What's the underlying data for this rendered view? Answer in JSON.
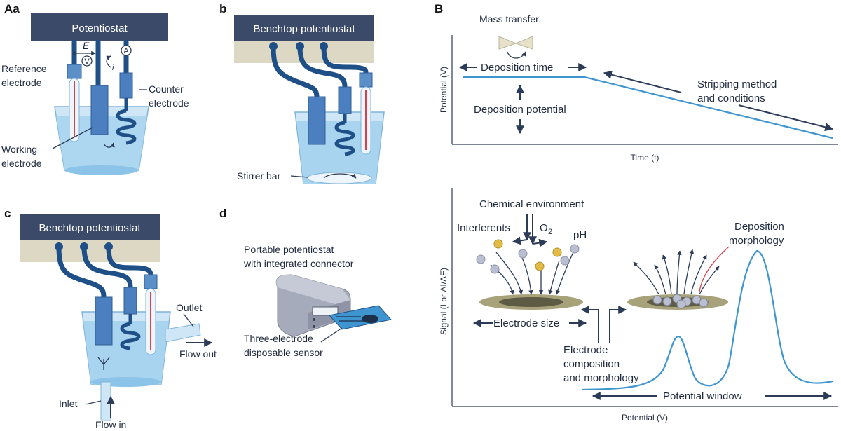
{
  "panels": {
    "a": {
      "label": "Aa",
      "header": "Potentiostat",
      "reference": [
        "Reference",
        "electrode"
      ],
      "counter": [
        "Counter",
        "electrode"
      ],
      "working": [
        "Working",
        "electrode"
      ],
      "e_label": "E",
      "v_symbol": "V",
      "a_symbol": "A",
      "i_label": "i"
    },
    "b": {
      "label": "b",
      "header": "Benchtop potentiostat",
      "stirrer": "Stirrer bar"
    },
    "c": {
      "label": "c",
      "header": "Benchtop potentiostat",
      "outlet": "Outlet",
      "flow_out": "Flow out",
      "inlet": "Inlet",
      "flow_in": "Flow in"
    },
    "d": {
      "label": "d",
      "portable": [
        "Portable potentiostat",
        "with integrated connector"
      ],
      "sensor": [
        "Three-electrode",
        "disposable sensor"
      ]
    },
    "B": {
      "label": "B",
      "top": {
        "mass_transfer": "Mass transfer",
        "deposition_time": "Deposition time",
        "deposition_potential": "Deposition potential",
        "stripping": [
          "Stripping method",
          "and conditions"
        ],
        "ylabel": "Potential (V)",
        "xlabel": "Time (t)"
      },
      "bottom": {
        "chemical_env": "Chemical environment",
        "interferents": "Interferents",
        "o2": "O",
        "o2_sub": "2",
        "ph": "pH",
        "deposition_morphology": [
          "Deposition",
          "morphology"
        ],
        "electrode_size": "Electrode size",
        "electrode_comp": [
          "Electrode",
          "composition",
          "and morphology"
        ],
        "potential_window": "Potential window",
        "ylabel": "Signal (I or ΔI/ΔE)",
        "xlabel": "Potential (V)"
      }
    }
  },
  "colors": {
    "header_navy": "#3b4a68",
    "bench_beige": "#dcd8c4",
    "wire_blue": "#1e4f86",
    "liquid_blue": "#a9d4f0",
    "trace_blue": "#3f95cf",
    "gold_ion": "#e2bb44",
    "gray_ion": "#b9bfd0",
    "red_accent": "#d9414a"
  }
}
